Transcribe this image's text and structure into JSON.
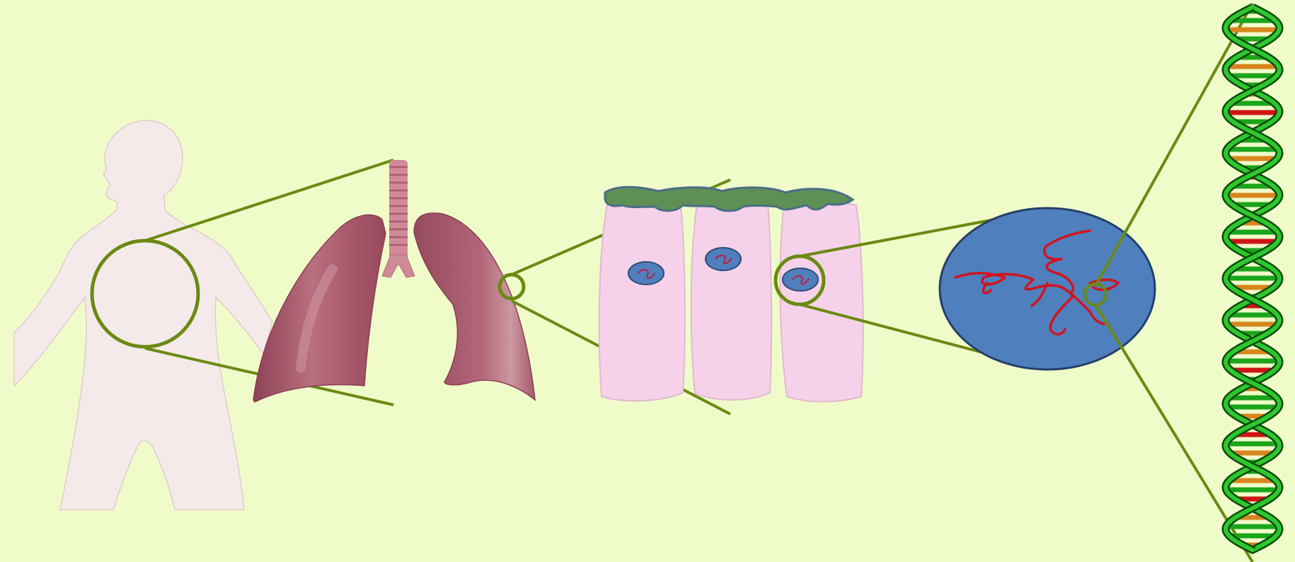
{
  "diagram": {
    "background_color": "#f0fbca",
    "zoom_line_color": "#6a8a12",
    "stages": [
      {
        "name": "human-body",
        "icon": "human-silhouette-icon",
        "color": "#f5eaea"
      },
      {
        "name": "lungs",
        "icon": "lungs-icon",
        "color": "#a85a6e"
      },
      {
        "name": "epithelial-cells",
        "icon": "cells-icon",
        "color": "#f6d2ea"
      },
      {
        "name": "nucleus",
        "icon": "nucleus-icon",
        "color": "#4f7fbd"
      },
      {
        "name": "dna-double-helix",
        "icon": "dna-helix-icon",
        "colors": [
          "#1aa51a",
          "#d8861d",
          "#d01414"
        ]
      }
    ]
  }
}
